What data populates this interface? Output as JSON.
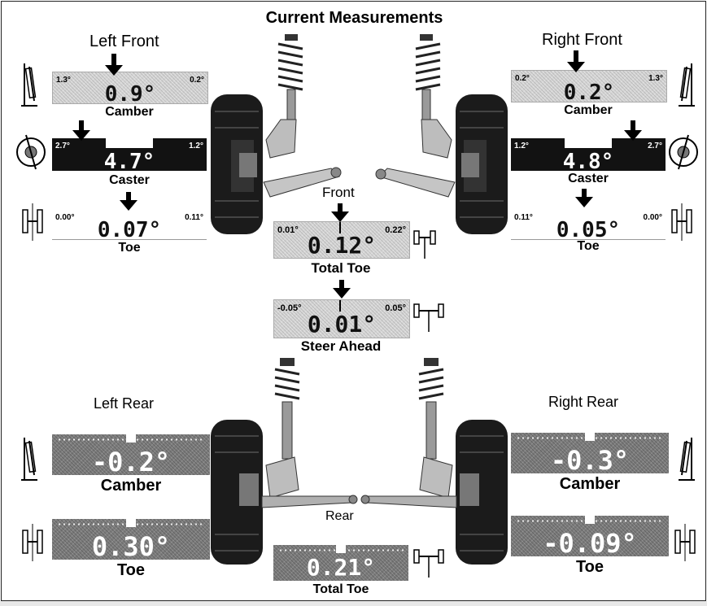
{
  "title": "Current Measurements",
  "front": {
    "left_header": "Left Front",
    "right_header": "Right Front",
    "center_label": "Front",
    "left_camber": {
      "min": "1.3°",
      "max": "0.2°",
      "value": "0.9°",
      "label": "Camber",
      "pointer_fraction": 0.55
    },
    "right_camber": {
      "min": "0.2°",
      "max": "1.3°",
      "value": "0.2°",
      "label": "Camber",
      "pointer_fraction": 0.28
    },
    "left_caster": {
      "min": "2.7°",
      "max": "1.2°",
      "value": "4.7°",
      "label": "Caster",
      "pointer_fraction": 0.22
    },
    "right_caster": {
      "min": "1.2°",
      "max": "2.7°",
      "value": "4.8°",
      "label": "Caster",
      "pointer_fraction": 0.78
    },
    "left_toe": {
      "min": "0.00°",
      "max": "0.11°",
      "value": "0.07°",
      "label": "Toe",
      "pointer_fraction": 0.5
    },
    "right_toe": {
      "min": "0.11°",
      "max": "0.00°",
      "value": "0.05°",
      "label": "Toe",
      "pointer_fraction": 0.46
    },
    "total_toe": {
      "min": "0.01°",
      "max": "0.22°",
      "value": "0.12°",
      "label": "Total Toe",
      "pointer_fraction": 0.5
    },
    "steer_ahead": {
      "min": "-0.05°",
      "max": "0.05°",
      "value": "0.01°",
      "label": "Steer Ahead",
      "pointer_fraction": 0.5
    }
  },
  "rear": {
    "left_header": "Left Rear",
    "right_header": "Right Rear",
    "center_label": "Rear",
    "left_camber": {
      "value": "-0.2°",
      "label": "Camber"
    },
    "right_camber": {
      "value": "-0.3°",
      "label": "Camber"
    },
    "left_toe": {
      "value": "0.30°",
      "label": "Toe"
    },
    "right_toe": {
      "value": "-0.09°",
      "label": "Toe"
    },
    "total_toe": {
      "value": "0.21°",
      "label": "Total Toe"
    }
  },
  "colors": {
    "gauge_dark": "#121212",
    "gauge_light": "#d7d7d7",
    "gauge_rear": "#7e7e7e",
    "text": "#000000"
  },
  "icons": [
    "camber-diagram-icon",
    "caster-wheel-icon",
    "toe-diagram-icon",
    "strut-assembly-icon",
    "wheel-tire-icon"
  ]
}
